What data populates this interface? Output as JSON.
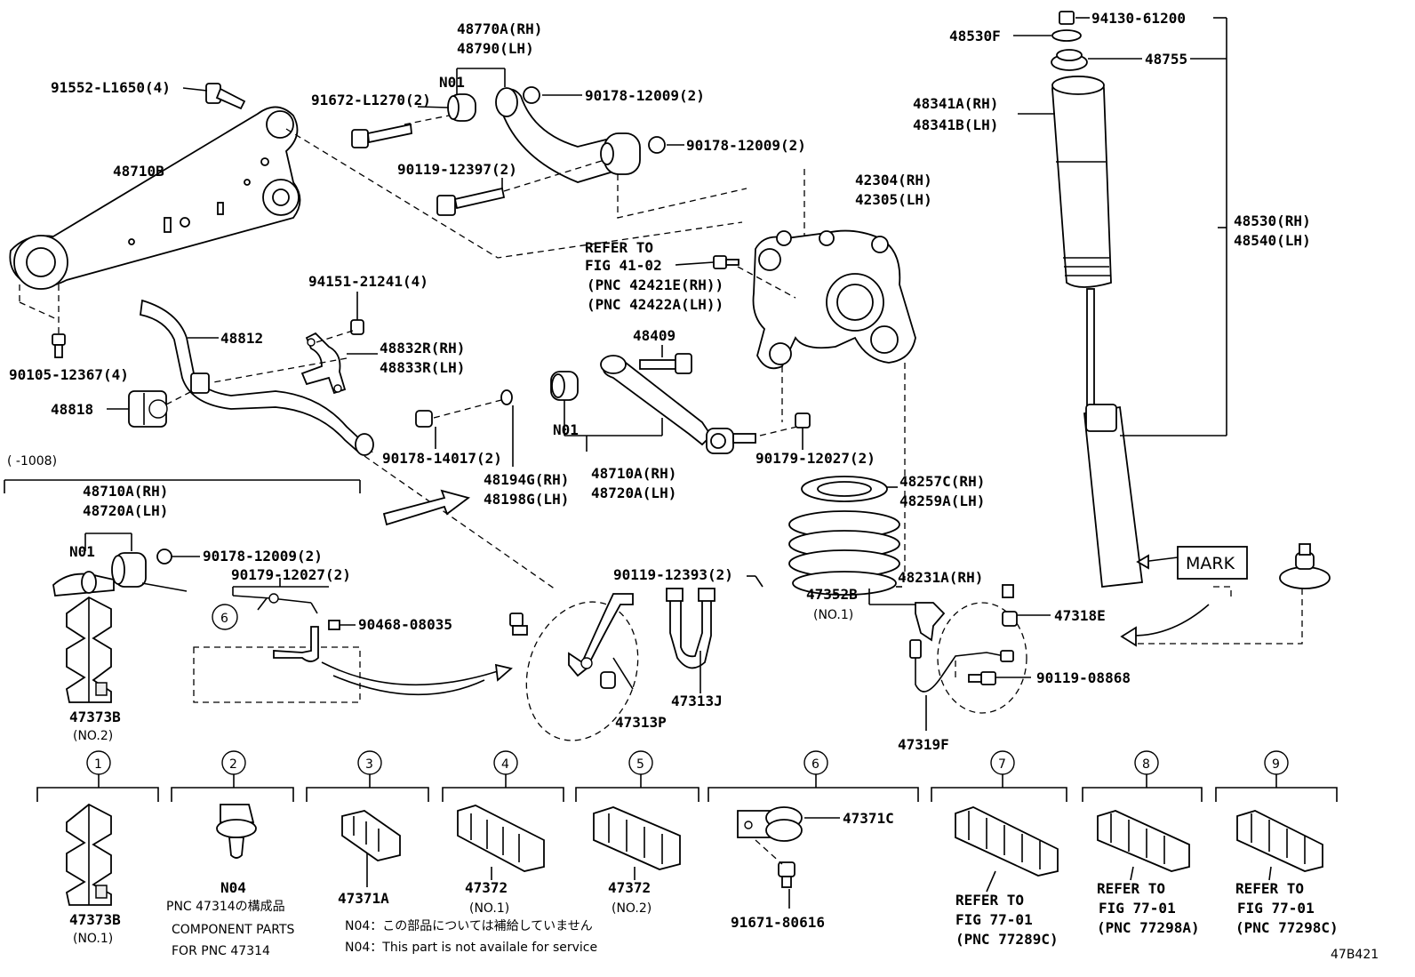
{
  "labels": {
    "p91552": "91552-L1650(4)",
    "p48770": "48770A(RH)",
    "p48790": "48790(LH)",
    "n01a": "N01",
    "p91672": "91672-L1270(2)",
    "p90178a": "90178-12009(2)",
    "p90178b": "90178-12009(2)",
    "p90119a": "90119-12397(2)",
    "p48710b": "48710B",
    "p94130": "94130-61200",
    "p48530f": "48530F",
    "p48755": "48755",
    "p48341a": "48341A(RH)",
    "p48341b": "48341B(LH)",
    "p42304": "42304(RH)",
    "p42305": "42305(LH)",
    "refer1": "REFER TO",
    "refer2": "FIG 41-02",
    "refer3": "(PNC 42421E(RH))",
    "refer4": "(PNC 42422A(LH))",
    "p48530": "48530(RH)",
    "p48540": "48540(LH)",
    "p94151": "94151-21241(4)",
    "p48812": "48812",
    "p48832": "48832R(RH)",
    "p48833": "48833R(LH)",
    "p90105": "90105-12367(4)",
    "p48818": "48818",
    "p48409": "48409",
    "n01b": "N01",
    "p90178c": "90178-14017(2)",
    "p48194": "48194G(RH)",
    "p48198": "48198G(LH)",
    "p48710a": "48710A(RH)",
    "p48720a": "48720A(LH)",
    "p90179a": "90179-12027(2)",
    "p48257": "48257C(RH)",
    "p48259": "48259A(LH)",
    "range": "(      -1008)",
    "p48710a2": "48710A(RH)",
    "p48720a2": "48720A(LH)",
    "n01c": "N01",
    "p90178d": "90178-12009(2)",
    "p90179b": "90179-12027(2)",
    "p90468": "90468-08035",
    "p90119b": "90119-12393(2)",
    "p48231": "48231A(RH)",
    "p47352": "47352B",
    "p47352no": "(NO.1)",
    "mark": "MARK",
    "p47318": "47318E",
    "p47318s": "47318E",
    "p90119c": "90119-08868",
    "p47373b2": "47373B",
    "p47373b2no": "(NO.2)",
    "p47313j": "47313J",
    "p47313p": "47313P",
    "p47319": "47319F",
    "c6": "6"
  },
  "legend": [
    {
      "num": "1",
      "part": "47373B",
      "sub": "(NO.1)"
    },
    {
      "num": "2",
      "part": "N04",
      "sub": "PNC 47314の構成品",
      "sub2": "COMPONENT PARTS",
      "sub3": "FOR PNC 47314"
    },
    {
      "num": "3",
      "part": "47371A"
    },
    {
      "num": "4",
      "part": "47372",
      "sub": "(NO.1)"
    },
    {
      "num": "5",
      "part": "47372",
      "sub": "(NO.2)"
    },
    {
      "num": "6",
      "part": "47371C",
      "part2": "91671-80616"
    },
    {
      "num": "7",
      "ref1": "REFER TO",
      "ref2": "FIG 77-01",
      "ref3": "(PNC 77289C)"
    },
    {
      "num": "8",
      "ref1": "REFER TO",
      "ref2": "FIG 77-01",
      "ref3": "(PNC 77298A)"
    },
    {
      "num": "9",
      "ref1": "REFER TO",
      "ref2": "FIG 77-01",
      "ref3": "(PNC 77298C)"
    }
  ],
  "notes": {
    "jp": "N04：この部品については補給していません",
    "en": "N04：This part is not availale for service"
  },
  "figure_id": "47B421"
}
